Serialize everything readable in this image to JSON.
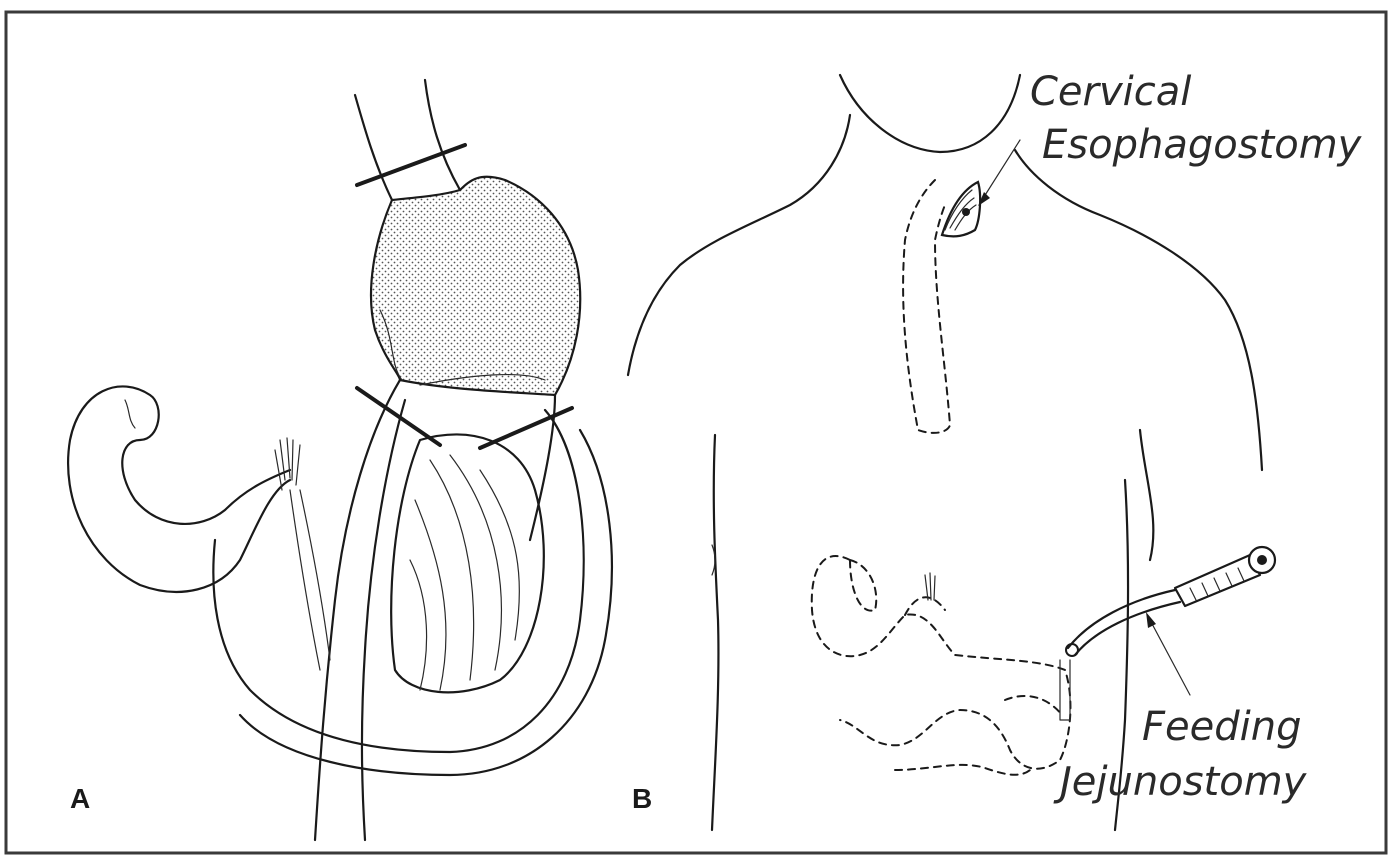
{
  "panels": {
    "a": {
      "letter": "A"
    },
    "b": {
      "letter": "B"
    }
  },
  "labels": {
    "cervical_esophagostomy": {
      "line1": "Cervical",
      "line2": "Esophagostomy"
    },
    "feeding_jejunostomy": {
      "line1": "Feeding",
      "line2": "Jejunostomy"
    }
  },
  "colors": {
    "ink": "#1a1a1a",
    "background": "#ffffff",
    "frame": "#3a3a3a"
  }
}
